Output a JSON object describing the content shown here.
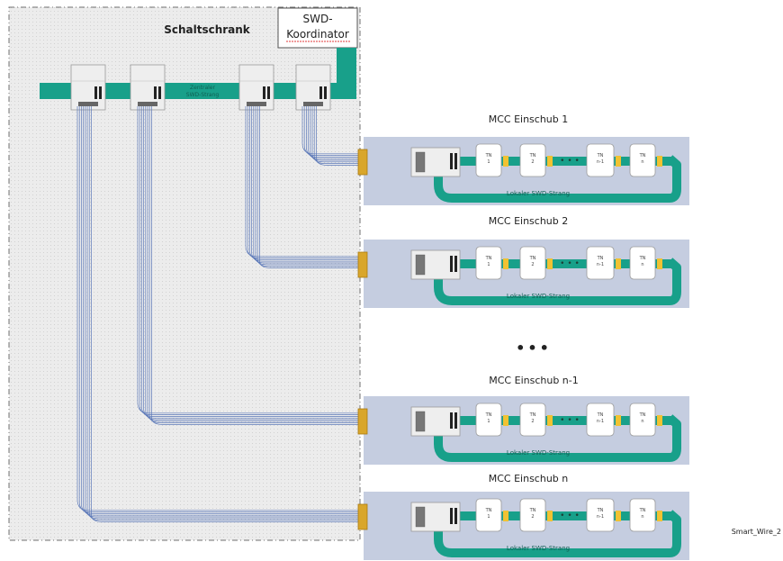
{
  "diagram": {
    "cabinet_title": "Schaltschrank",
    "coordinator_label_line1": "SWD-",
    "coordinator_label_line2": "Koordinator",
    "central_strand_line1": "Zentraler",
    "central_strand_line2": "SWD-Strang",
    "ellipsis": "•••",
    "footer_id": "Smart_Wire_2",
    "drawers": [
      {
        "title": "MCC Einschub 1",
        "local_strand": "Lokaler SWD-Strang",
        "nodes": [
          {
            "line1": "TN",
            "line2": "1"
          },
          {
            "line1": "TN",
            "line2": "2"
          },
          {
            "line1": "TN",
            "line2": "n-1"
          },
          {
            "line1": "TN",
            "line2": "n"
          }
        ],
        "dots": "• • •"
      },
      {
        "title": "MCC Einschub 2",
        "local_strand": "Lokaler SWD-Strang",
        "nodes": [
          {
            "line1": "TN",
            "line2": "1"
          },
          {
            "line1": "TN",
            "line2": "2"
          },
          {
            "line1": "TN",
            "line2": "n-1"
          },
          {
            "line1": "TN",
            "line2": "n"
          }
        ],
        "dots": "• • •"
      },
      {
        "title": "MCC Einschub n-1",
        "local_strand": "Lokaler SWD-Strang",
        "nodes": [
          {
            "line1": "TN",
            "line2": "1"
          },
          {
            "line1": "TN",
            "line2": "2"
          },
          {
            "line1": "TN",
            "line2": "n-1"
          },
          {
            "line1": "TN",
            "line2": "n"
          }
        ],
        "dots": "• • •"
      },
      {
        "title": "MCC Einschub n",
        "local_strand": "Lokaler SWD-Strang",
        "nodes": [
          {
            "line1": "TN",
            "line2": "1"
          },
          {
            "line1": "TN",
            "line2": "2"
          },
          {
            "line1": "TN",
            "line2": "n-1"
          },
          {
            "line1": "TN",
            "line2": "n"
          }
        ],
        "dots": "• • •"
      }
    ]
  },
  "colors": {
    "teal": "#18a08a",
    "drawer_bg": "#c5cde0",
    "wire": "#5b78b8",
    "connector": "#d9a62b",
    "connector_light": "#f1d27a",
    "cabinet_bg": "#e8e8e8",
    "module_bg": "#eeeeee",
    "module_border": "#9a9a9a"
  }
}
